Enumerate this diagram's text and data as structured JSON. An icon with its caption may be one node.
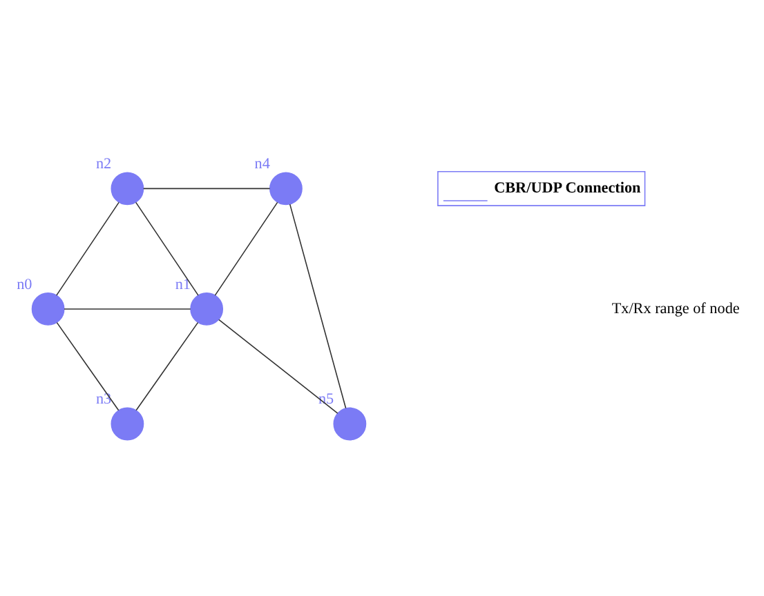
{
  "diagram": {
    "nodes": [
      {
        "text": [],
        "shape": "circle",
        "beside": [
          "n2"
        ]
      },
      {
        "text": [],
        "shape": "circle",
        "beside": [
          "n4"
        ]
      },
      {
        "text": [],
        "shape": "circle",
        "beside": [
          "n0"
        ]
      },
      {
        "text": [],
        "shape": "circle",
        "beside": [
          "n1"
        ]
      },
      {
        "text": [],
        "shape": "circle",
        "beside": [
          "n3"
        ]
      },
      {
        "text": [],
        "shape": "circle",
        "beside": [
          "n5"
        ]
      }
    ],
    "edges": [
      {
        "from": 0,
        "to": 1,
        "arrow": "none"
      },
      {
        "from": 0,
        "to": 2,
        "arrow": "none"
      },
      {
        "from": 0,
        "to": 3,
        "arrow": "none"
      },
      {
        "from": 2,
        "to": 3,
        "arrow": "none"
      },
      {
        "from": 3,
        "to": 1,
        "arrow": "none"
      },
      {
        "from": 1,
        "to": 5,
        "arrow": "none"
      },
      {
        "from": 2,
        "to": 4,
        "arrow": "none"
      },
      {
        "from": 4,
        "to": 3,
        "arrow": "none"
      },
      {
        "from": 3,
        "to": 5,
        "arrow": "none"
      }
    ],
    "labels": [
      "Tx/Rx range of node"
    ],
    "legend": [
      {
        "text": "CBR/UDP Connection"
      }
    ]
  }
}
